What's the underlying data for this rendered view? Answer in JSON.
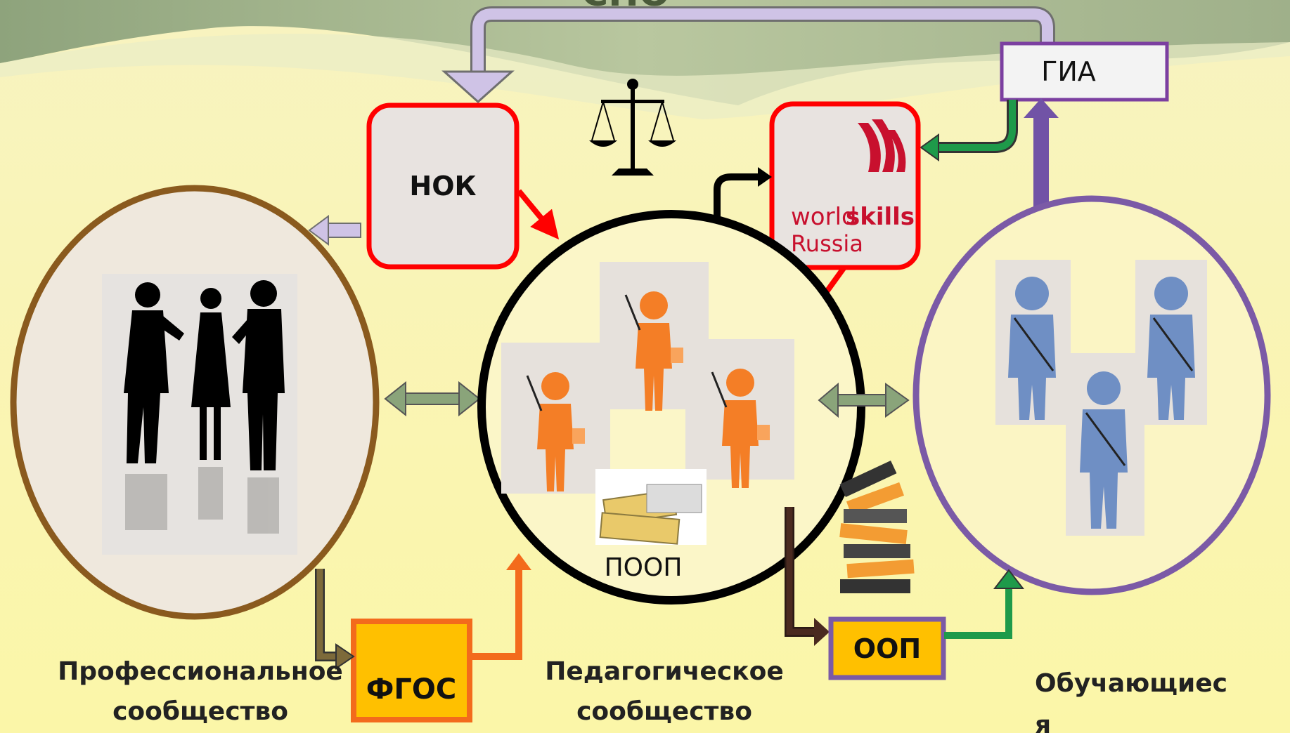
{
  "title_fragment": "СПО",
  "boxes": {
    "nok": "НОК",
    "gia": "ГИА",
    "fgos": "ФГОС",
    "oop": "ООП",
    "poop": "ПООП"
  },
  "worldskills": {
    "world": "world",
    "skills": "skills",
    "russia": "Russia"
  },
  "captions": {
    "professional": [
      "Профессиональное",
      "сообщество"
    ],
    "pedagogical": [
      "Педагогическое",
      "сообщество"
    ],
    "students": [
      "Обучающиес",
      "я"
    ]
  },
  "colors": {
    "professional_ring": "#8a5a1e",
    "pedagogical_ring": "#000000",
    "students_ring": "#7b5aa6",
    "red": "#ff0000",
    "fgos_fill": "#ffc000",
    "fgos_border": "#f36b1c",
    "teacher": "#f47e26",
    "student": "#6f8fc4",
    "green_arrow": "#1e9a4a",
    "lilac_arrow": "#c8b8e0"
  }
}
